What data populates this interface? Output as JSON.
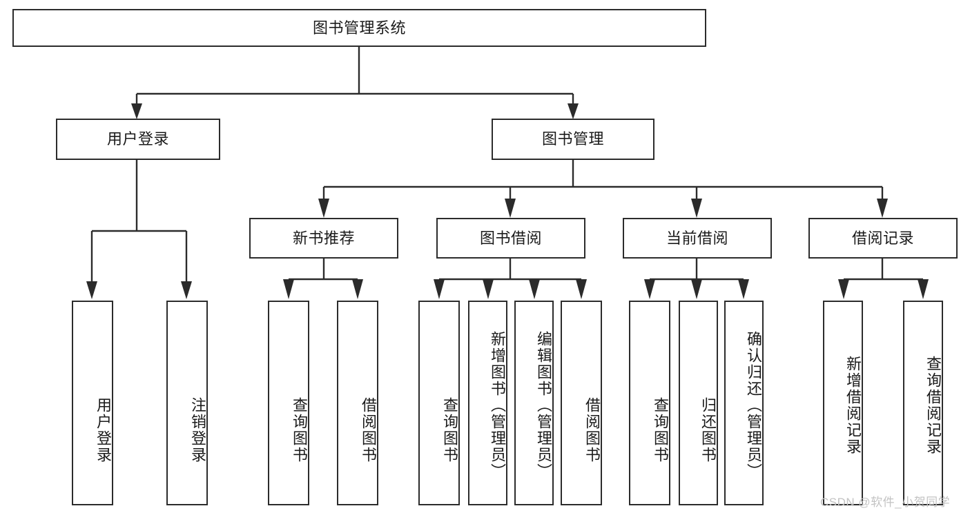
{
  "diagram": {
    "type": "tree",
    "title": "图书管理系统",
    "watermark": "CSDN @软件_小贺同学",
    "colors": {
      "stroke": "#2b2b2b",
      "fill": "#ffffff",
      "text": "#1a1a1a",
      "watermark": "#c3c3c3"
    },
    "root": {
      "label": "图书管理系统"
    },
    "level2": [
      {
        "label": "用户登录"
      },
      {
        "label": "图书管理"
      }
    ],
    "level3": [
      {
        "label": "新书推荐"
      },
      {
        "label": "图书借阅"
      },
      {
        "label": "当前借阅"
      },
      {
        "label": "借阅记录"
      }
    ],
    "leaves": {
      "user_login": [
        {
          "label": "用户登录"
        },
        {
          "label": "注销登录"
        }
      ],
      "new_book": [
        {
          "label": "查询图书"
        },
        {
          "label": "借阅图书"
        }
      ],
      "book_borrow": [
        {
          "label": "查询图书"
        },
        {
          "label": "新增图书（管理员）"
        },
        {
          "label": "编辑图书（管理员）"
        },
        {
          "label": "借阅图书"
        }
      ],
      "current_borrow": [
        {
          "label": "查询图书"
        },
        {
          "label": "归还图书"
        },
        {
          "label": "确认归还（管理员）"
        }
      ],
      "borrow_record": [
        {
          "label": "新增借阅记录"
        },
        {
          "label": "查询借阅记录"
        }
      ]
    }
  }
}
